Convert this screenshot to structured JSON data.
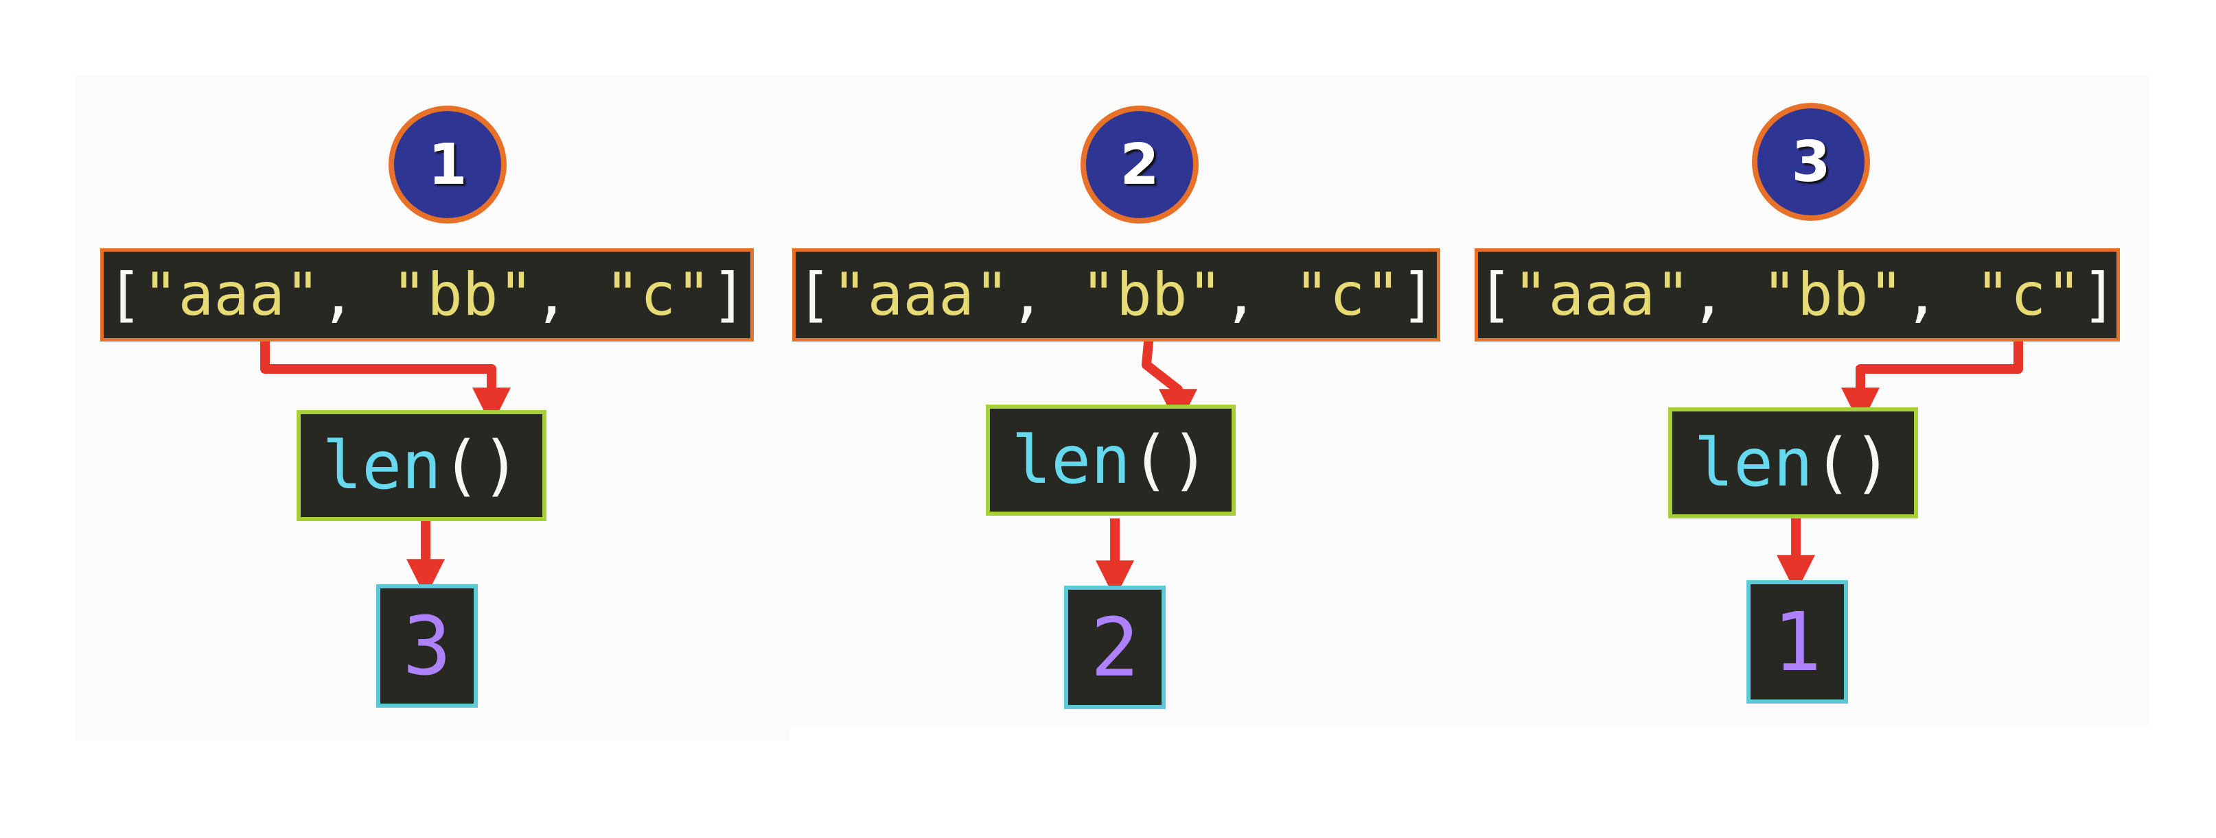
{
  "colors": {
    "badge_fill": "#2f3593",
    "badge_ring": "#e8712a",
    "code_background": "#272822",
    "list_border": "#e8712a",
    "function_border": "#a6cf3a",
    "result_border": "#5cc9d6",
    "string_color": "#e6db74",
    "function_color": "#66d9ef",
    "number_color": "#ae81ff",
    "punctuation_color": "#f8f8f2",
    "arrow_color": "#e8352a"
  },
  "panels": [
    {
      "step": "1",
      "list": {
        "open": "[",
        "items": [
          "\"aaa\"",
          "\"bb\"",
          "\"c\""
        ],
        "sep": ", ",
        "close": "]"
      },
      "func": {
        "name": "len",
        "parens": "()"
      },
      "result": "3",
      "highlighted_item": "\"aaa\""
    },
    {
      "step": "2",
      "list": {
        "open": "[",
        "items": [
          "\"aaa\"",
          "\"bb\"",
          "\"c\""
        ],
        "sep": ", ",
        "close": "]"
      },
      "func": {
        "name": "len",
        "parens": "()"
      },
      "result": "2",
      "highlighted_item": "\"bb\""
    },
    {
      "step": "3",
      "list": {
        "open": "[",
        "items": [
          "\"aaa\"",
          "\"bb\"",
          "\"c\""
        ],
        "sep": ", ",
        "close": "]"
      },
      "func": {
        "name": "len",
        "parens": "()"
      },
      "result": "1",
      "highlighted_item": "\"c\""
    }
  ]
}
